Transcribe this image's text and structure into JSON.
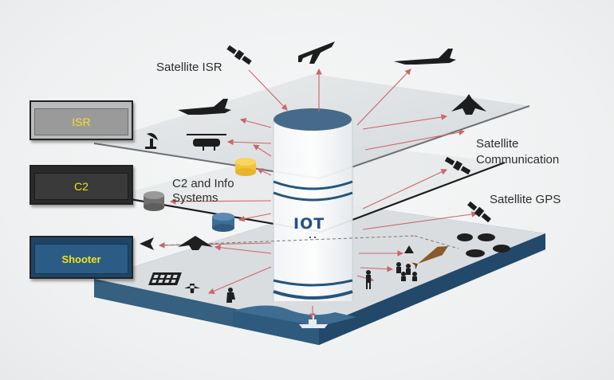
{
  "layers": {
    "isr": {
      "label": "ISR",
      "bg": "#9a9a9a",
      "text_color": "#f2e21a"
    },
    "c2": {
      "label": "C2",
      "bg": "#3a3a3a",
      "text_color": "#f2e21a"
    },
    "shooter": {
      "label": "Shooter",
      "bg": "#2b5c86",
      "text_color": "#f2e21a"
    }
  },
  "labels": {
    "satellite_isr": "Satellite ISR",
    "satellite_communication": "Satellite Communication",
    "c2_info_systems": "C2 and Info Systems",
    "satellite_gps": "Satellite GPS",
    "iot": "IOT"
  },
  "colors": {
    "arrow": "#c9666b",
    "cylinder_cap": "#466a89",
    "cylinder_band": "#24557c",
    "ground": "#2d5877",
    "sea": "#3e6d91",
    "plane_top": "#dcdfe1"
  }
}
